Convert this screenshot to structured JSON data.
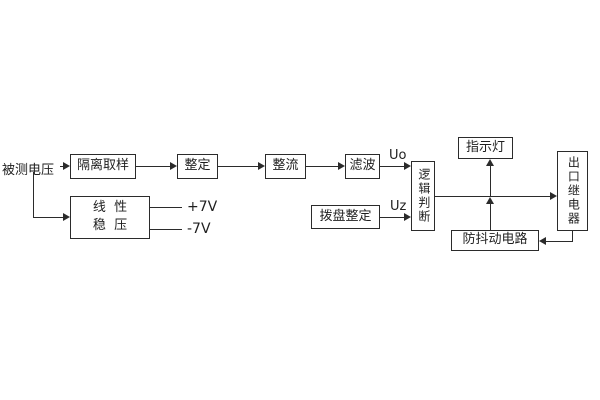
{
  "labels": {
    "measured_voltage": "被测电压",
    "uo": "Uo",
    "uz": "Uz",
    "plus_7v": "+7V",
    "minus_7v": "-7V"
  },
  "blocks": {
    "isolation_sampling": "隔离取样",
    "setting": "整定",
    "rectifier": "整流",
    "filter": "滤波",
    "logic_judgment": "逻辑判断",
    "indicator_lamp": "指示灯",
    "output_relay": "出口继电器",
    "dial_setting": "拨盘整定",
    "anti_jitter_circuit": "防抖动电路",
    "linear_regulator_line1": "线  性",
    "linear_regulator_line2": "稳  压"
  }
}
